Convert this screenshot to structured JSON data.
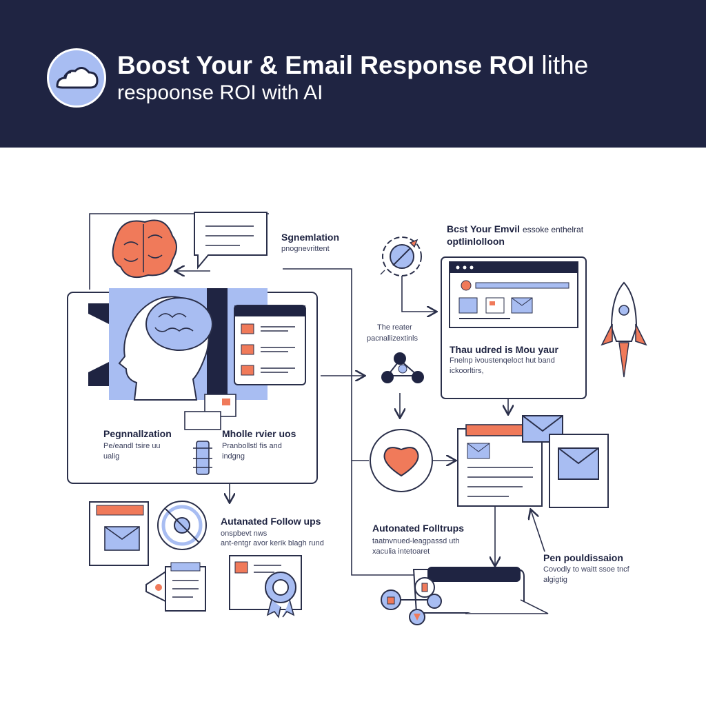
{
  "header": {
    "title_bold": "Boost Your & Email Response ROI",
    "title_light": "lithe",
    "subtitle": "respoonse ROI with AI",
    "logo_icon": "cloud-icon"
  },
  "colors": {
    "navy": "#1f2442",
    "blue": "#a8bdf2",
    "coral": "#f07a5a",
    "line": "#2a2f4a"
  },
  "labels": {
    "segmentation_title": "Sgnemlation",
    "segmentation_sub": "pnognevrittent",
    "opt_title_1": "Bcst Your Emvil",
    "opt_title_1b": "essoke enthelrat",
    "opt_title_2": "optlinlolloon",
    "personal_center_1": "The reater",
    "personal_center_2": "pacnallizextinls",
    "card_title": "Thau udred is Mou yaur",
    "card_sub_1": "Fnelnp ivoustenqeloct hut band",
    "card_sub_2": "ickoorltirs,",
    "personalization_title": "Pegnnallzation",
    "personalization_sub_1": "Pe/eandl tsire uu",
    "personalization_sub_2": "ualig",
    "mobile_title": "Mholle rvier uos",
    "mobile_sub_1": "Pranbollstl fis and",
    "mobile_sub_2": "indgng",
    "auto1_title": "Autanated Follow ups",
    "auto1_sub_1": "onspbevt nws",
    "auto1_sub_2": "ant-entgr avor kerik blagh rund",
    "auto2_title": "Autonated Folltrups",
    "auto2_sub_1": "taatnvnued-leagpassd uth",
    "auto2_sub_2": "xaculia intetoaret",
    "pen_title": "Pen pouldissaion",
    "pen_sub_1": "Covodly to waitt ssoe tncf",
    "pen_sub_2": "algigtig"
  },
  "icons": [
    "brain-icon",
    "speech-bubble-icon",
    "head-profile-icon",
    "checklist-icon",
    "gear-target-icon",
    "browser-window-icon",
    "rocket-icon",
    "network-icon",
    "heart-icon",
    "email-icon",
    "badge-icon",
    "megaphone-icon",
    "server-icon"
  ]
}
